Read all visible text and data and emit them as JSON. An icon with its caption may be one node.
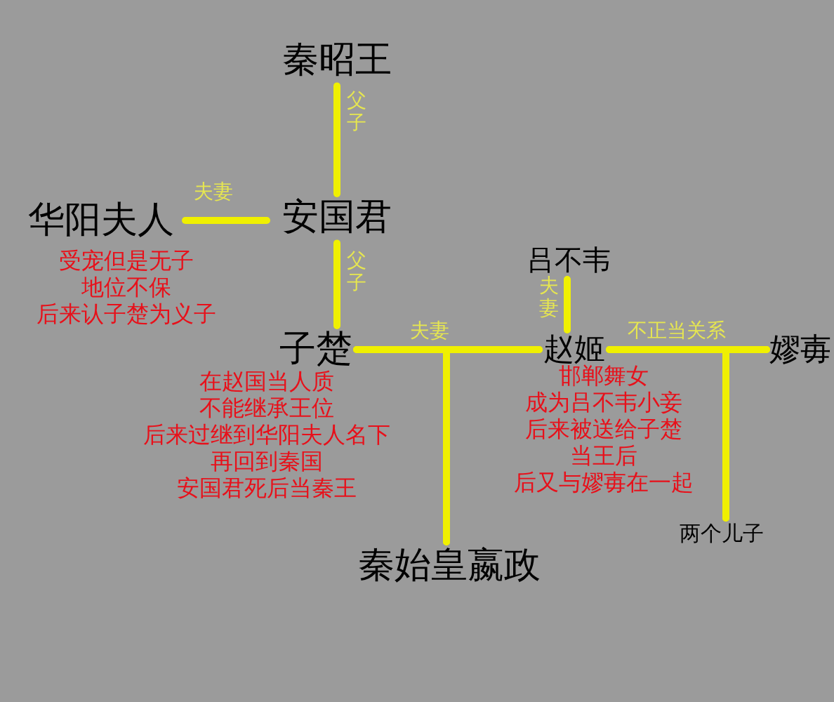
{
  "diagram": {
    "nodes": [
      {
        "text": [
          "秦昭王"
        ]
      },
      {
        "text": [
          "安国君"
        ]
      },
      {
        "text": [
          "华阳夫人"
        ],
        "beside": [
          "受宠但是无子",
          "地位不保",
          "后来认子楚为义子"
        ]
      },
      {
        "text": [
          "吕不韦"
        ]
      },
      {
        "text": [
          "子楚"
        ],
        "beside": [
          "在赵国当人质",
          "不能继承王位",
          "后来过继到华阳夫人名下",
          "再回到秦国",
          "安国君死后当秦王"
        ]
      },
      {
        "text": [
          "赵姬"
        ],
        "beside": [
          "邯郸舞女",
          "成为吕不韦小妾",
          "后来被送给子楚",
          "当王后",
          "后又与嫪毐在一起"
        ]
      },
      {
        "text": [
          "嫪毐"
        ]
      },
      {
        "text": [
          "秦始皇嬴政"
        ]
      },
      {
        "text": [
          "两个儿子"
        ]
      }
    ],
    "edges": [
      {
        "from": 0,
        "to": 1,
        "arrow": "none",
        "label": "父子"
      },
      {
        "from": 2,
        "to": 1,
        "arrow": "none",
        "label": "夫妻"
      },
      {
        "from": 1,
        "to": 4,
        "arrow": "none",
        "label": "父子"
      },
      {
        "from": 4,
        "to": 5,
        "arrow": "none",
        "label": "夫妻"
      },
      {
        "from": 3,
        "to": 5,
        "arrow": "none",
        "label": "夫妻"
      },
      {
        "from": 5,
        "to": 6,
        "arrow": "none",
        "label": "不正当关系"
      },
      {
        "from": 4,
        "to": 7,
        "arrow": "none"
      },
      {
        "from": 5,
        "to": 7,
        "arrow": "none"
      },
      {
        "from": 5,
        "to": 8,
        "arrow": "none"
      },
      {
        "from": 6,
        "to": 8,
        "arrow": "none"
      }
    ]
  }
}
